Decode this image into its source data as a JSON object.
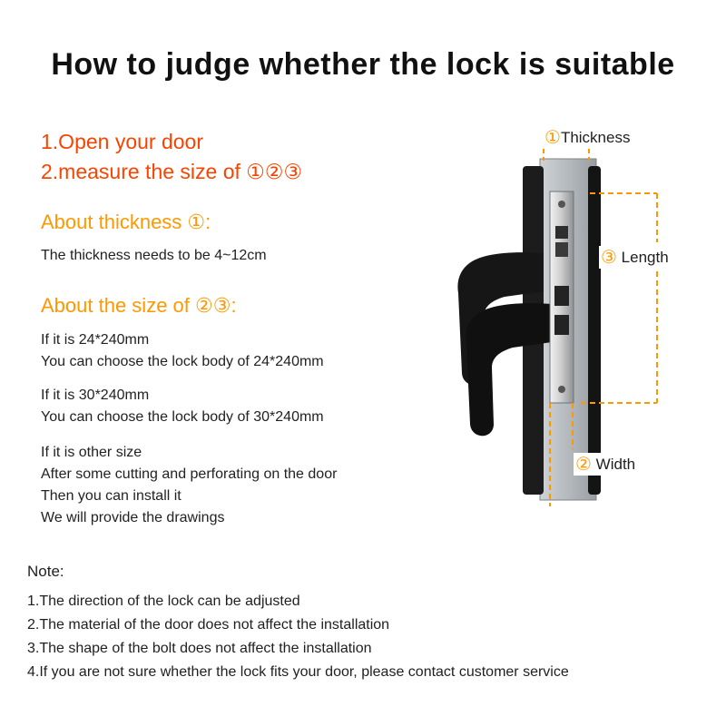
{
  "title": "How to judge whether the lock is suitable",
  "steps": {
    "line1": "1.Open your door",
    "line2": "2.measure the size of ①②③"
  },
  "thickness_section": {
    "heading": "About thickness ①:",
    "body": "The thickness needs to be 4~12cm"
  },
  "size_section": {
    "heading": "About the size of ②③:",
    "groups": [
      {
        "lines": [
          "If it is 24*240mm",
          "You can choose the lock body of 24*240mm"
        ]
      },
      {
        "lines": [
          "If it is 30*240mm",
          "You can choose the lock body of 30*240mm"
        ]
      },
      {
        "lines": [
          "If it is other size",
          "After some cutting and perforating on the door",
          "Then you can install it",
          "We will provide the drawings"
        ]
      }
    ]
  },
  "diagram": {
    "labels": {
      "thickness": {
        "number": "①",
        "text": "Thickness"
      },
      "length": {
        "number": "③",
        "text": " Length"
      },
      "width": {
        "number": "②",
        "text": " Width"
      }
    }
  },
  "note": {
    "heading": "Note:",
    "items": [
      "1.The direction of the lock can be adjusted",
      "2.The material of the door does not affect the installation",
      "3.The shape of the bolt does not affect the installation",
      "4.If you are not sure whether the lock fits your door, please contact customer service"
    ]
  },
  "colors": {
    "accent_red": "#f84400",
    "accent_orange": "#ff9800",
    "text": "#1f1f1f"
  }
}
